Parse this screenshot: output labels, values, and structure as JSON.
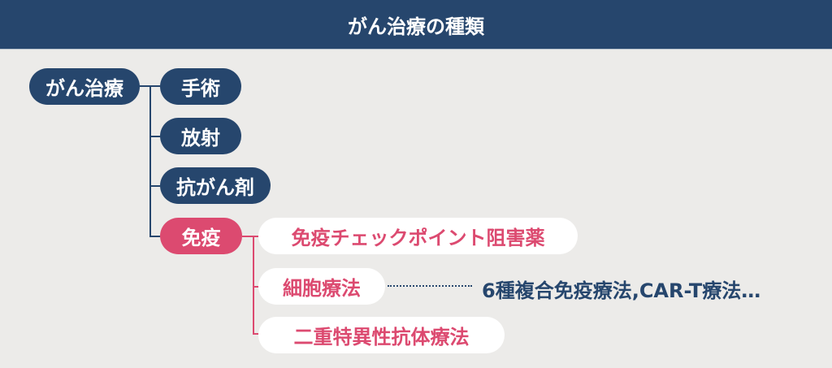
{
  "header": {
    "title": "がん治療の種類"
  },
  "colors": {
    "navy": "#26466d",
    "pink": "#dc4a70",
    "background": "#ecebe9",
    "white": "#ffffff"
  },
  "tree": {
    "root": {
      "label": "がん治療"
    },
    "children": [
      {
        "label": "手術"
      },
      {
        "label": "放射"
      },
      {
        "label": "抗がん剤"
      },
      {
        "label": "免疫",
        "highlighted": true,
        "children": [
          {
            "label": "免疫チェックポイント阻害薬"
          },
          {
            "label": "細胞療法",
            "note": "6種複合免疫療法,CAR-T療法…"
          },
          {
            "label": "二重特異性抗体療法"
          }
        ]
      }
    ]
  }
}
